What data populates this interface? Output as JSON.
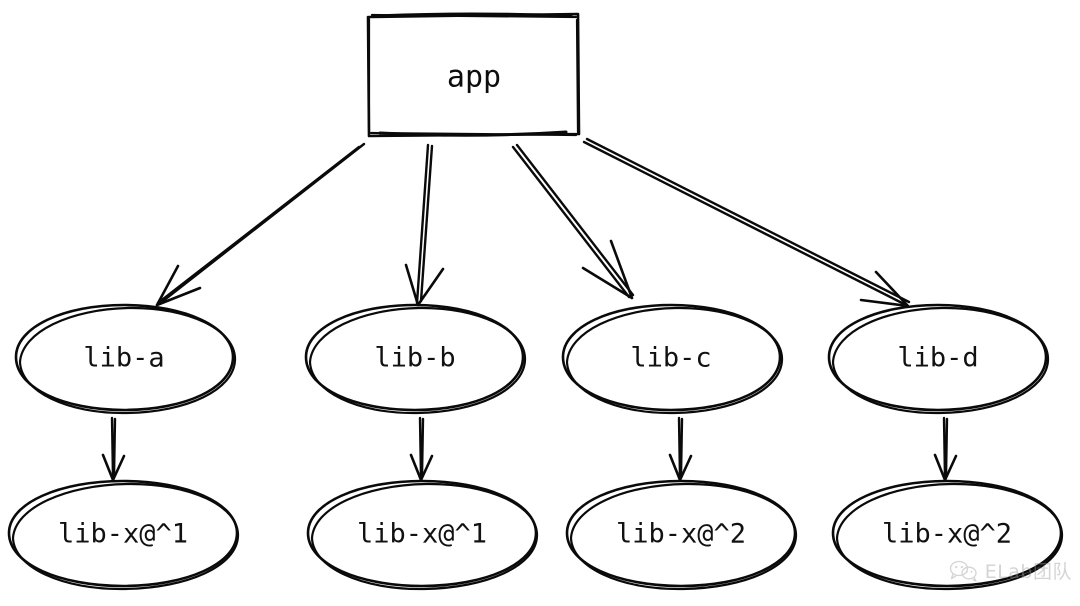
{
  "diagram": {
    "type": "dependency-graph",
    "style": "hand-drawn-sketch",
    "background_color": "#ffffff",
    "stroke_color": "#0a0a0a",
    "root": {
      "id": "app",
      "label": "app",
      "shape": "rectangle"
    },
    "level_two": [
      {
        "id": "lib-a",
        "label": "lib-a",
        "shape": "ellipse"
      },
      {
        "id": "lib-b",
        "label": "lib-b",
        "shape": "ellipse"
      },
      {
        "id": "lib-c",
        "label": "lib-c",
        "shape": "ellipse"
      },
      {
        "id": "lib-d",
        "label": "lib-d",
        "shape": "ellipse"
      }
    ],
    "level_three": [
      {
        "id": "lib-x-1-a",
        "label": "lib-x@^1",
        "shape": "ellipse"
      },
      {
        "id": "lib-x-1-b",
        "label": "lib-x@^1",
        "shape": "ellipse"
      },
      {
        "id": "lib-x-2-c",
        "label": "lib-x@^2",
        "shape": "ellipse"
      },
      {
        "id": "lib-x-2-d",
        "label": "lib-x@^2",
        "shape": "ellipse"
      }
    ],
    "edges": [
      {
        "from": "app",
        "to": "lib-a"
      },
      {
        "from": "app",
        "to": "lib-b"
      },
      {
        "from": "app",
        "to": "lib-c"
      },
      {
        "from": "app",
        "to": "lib-d"
      },
      {
        "from": "lib-a",
        "to": "lib-x-1-a"
      },
      {
        "from": "lib-b",
        "to": "lib-x-1-b"
      },
      {
        "from": "lib-c",
        "to": "lib-x-2-c"
      },
      {
        "from": "lib-d",
        "to": "lib-x-2-d"
      }
    ]
  },
  "watermark": {
    "text": "ELab团队",
    "icon": "wechat-bubble-icon",
    "color": "#9a9a9a"
  }
}
